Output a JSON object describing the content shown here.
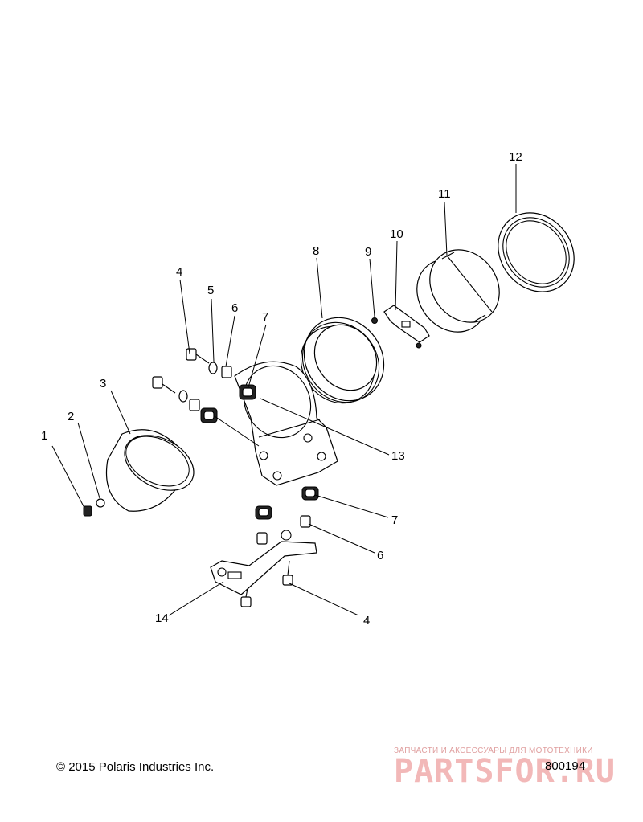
{
  "callouts": {
    "c1": "1",
    "c2": "2",
    "c3": "3",
    "c4a": "4",
    "c4b": "4",
    "c5": "5",
    "c6a": "6",
    "c6b": "6",
    "c7a": "7",
    "c7b": "7",
    "c8": "8",
    "c9": "9",
    "c10": "10",
    "c11": "11",
    "c12": "12",
    "c13": "13",
    "c14": "14"
  },
  "footer": {
    "copyright": "© 2015 Polaris Industries Inc.",
    "figure_id": "800194"
  },
  "watermark": {
    "caption": "ЗАПЧАСТИ И АКСЕССУАРЫ ДЛЯ МОТОТЕХНИКИ",
    "logo": "PARTSFOR.RU"
  }
}
